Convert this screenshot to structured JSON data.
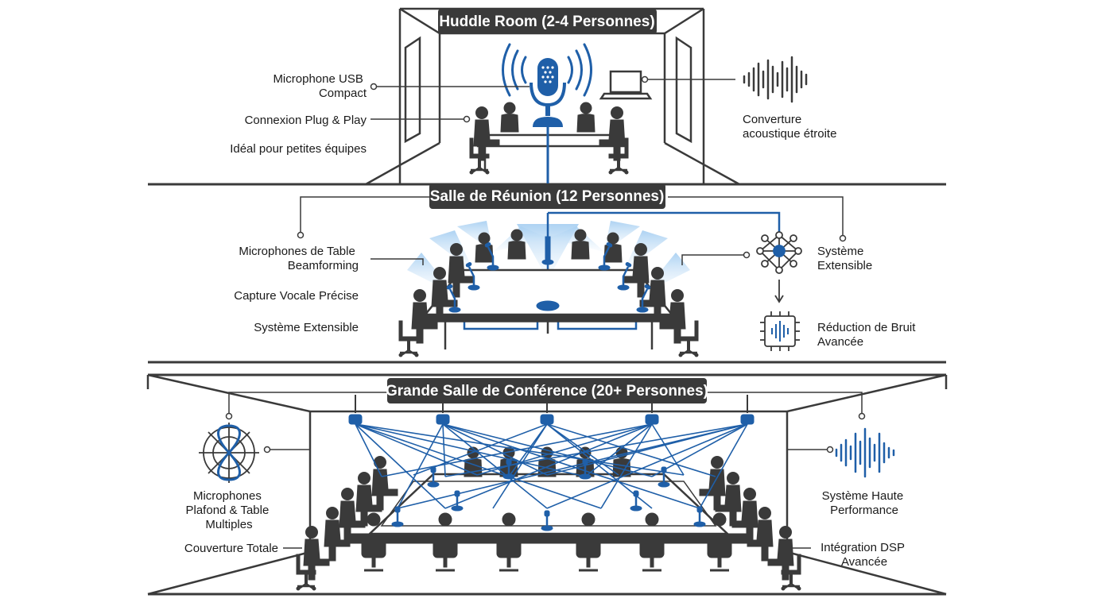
{
  "sections": {
    "huddle": {
      "title": "Huddle Room (2-4 Personnes)",
      "left": [
        [
          "Microphone USB",
          "Compact"
        ],
        [
          "Connexion Plug & Play"
        ],
        [
          "Idéal pour petites équipes"
        ]
      ],
      "right": [
        [
          "Converture",
          "acoustique étroite"
        ]
      ]
    },
    "meeting": {
      "title": "Salle de Réunion (12 Personnes)",
      "left": [
        [
          "Microphones de Table",
          "Beamforming"
        ],
        [
          "Capture Vocale Précise"
        ],
        [
          "Système Extensible"
        ]
      ],
      "right": [
        [
          "Système",
          "Extensible"
        ],
        [
          "Réduction de Bruit",
          "Avancée"
        ]
      ]
    },
    "conference": {
      "title": "Grande Salle de Conférence (20+ Personnes)",
      "left": [
        [
          "Microphones",
          "Plafond & Table",
          "Multiples"
        ],
        [
          "Couverture Totale"
        ]
      ],
      "right": [
        [
          "Système Haute",
          "Performance"
        ],
        [
          "Intégration DSP",
          "Avancée"
        ]
      ]
    }
  },
  "icons": [
    "usb-microphone-icon",
    "laptop-icon",
    "waveform-icon",
    "network-hub-icon",
    "noise-reduction-chip-icon",
    "polar-pattern-icon",
    "waveform-icon",
    "person-icon",
    "chair-icon",
    "ceiling-microphone-icon",
    "table-microphone-icon"
  ],
  "colors": {
    "accent": "#1f5fa8",
    "dark": "#3a3a3a",
    "beam": "#7fb6e6",
    "title_bg": "#3a3a3a"
  }
}
